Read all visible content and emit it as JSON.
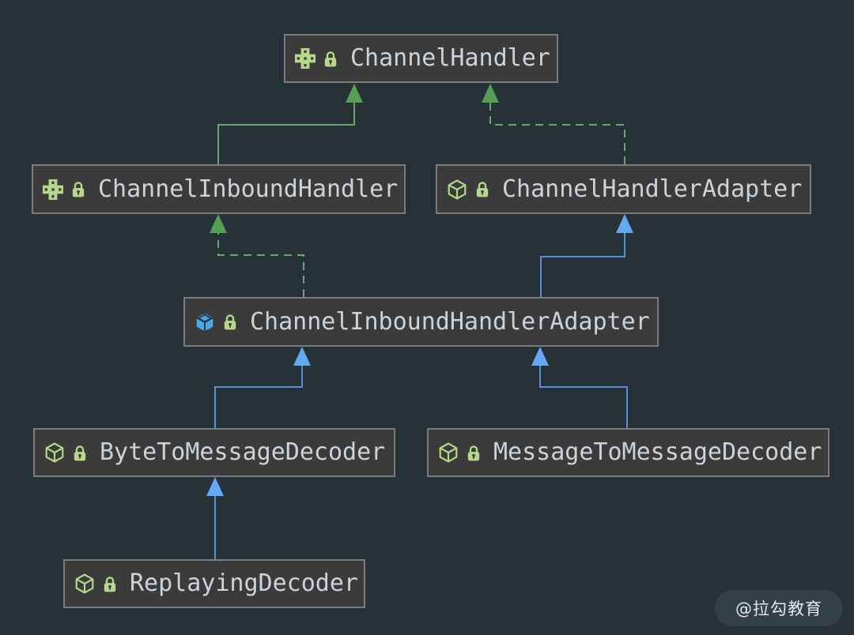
{
  "diagram": {
    "title": "Netty ChannelHandler class hierarchy UML diagram",
    "background_color": "#263138",
    "node_background": "#3b3b3b",
    "node_border_color": "#7b7b7b",
    "node_text_color": "#ccd3da",
    "interface_edge_color": "#69a869",
    "class_edge_color": "#5a8edb",
    "icon_green": "#b5d88a",
    "icon_blue": "#45a9eb",
    "nodes": [
      {
        "label": "ChannelHandler",
        "kind": "interface",
        "icon": "interface-icon",
        "modifier_icon": "lock-icon"
      },
      {
        "label": "ChannelInboundHandler",
        "kind": "interface",
        "icon": "interface-icon",
        "modifier_icon": "lock-icon"
      },
      {
        "label": "ChannelHandlerAdapter",
        "kind": "abstract-class",
        "icon": "cube-outline-icon",
        "modifier_icon": "lock-icon"
      },
      {
        "label": "ChannelInboundHandlerAdapter",
        "kind": "class",
        "icon": "cube-filled-icon",
        "modifier_icon": "lock-icon"
      },
      {
        "label": "ByteToMessageDecoder",
        "kind": "abstract-class",
        "icon": "cube-outline-icon",
        "modifier_icon": "lock-icon"
      },
      {
        "label": "MessageToMessageDecoder",
        "kind": "abstract-class",
        "icon": "cube-outline-icon",
        "modifier_icon": "lock-icon"
      },
      {
        "label": "ReplayingDecoder",
        "kind": "abstract-class",
        "icon": "cube-outline-icon",
        "modifier_icon": "lock-icon"
      }
    ],
    "edges": [
      {
        "from": "ChannelInboundHandler",
        "to": "ChannelHandler",
        "relation": "extends",
        "style": "solid",
        "color": "green"
      },
      {
        "from": "ChannelHandlerAdapter",
        "to": "ChannelHandler",
        "relation": "implements",
        "style": "dashed",
        "color": "green"
      },
      {
        "from": "ChannelInboundHandlerAdapter",
        "to": "ChannelInboundHandler",
        "relation": "implements",
        "style": "dashed",
        "color": "green"
      },
      {
        "from": "ChannelInboundHandlerAdapter",
        "to": "ChannelHandlerAdapter",
        "relation": "extends",
        "style": "solid",
        "color": "blue"
      },
      {
        "from": "ByteToMessageDecoder",
        "to": "ChannelInboundHandlerAdapter",
        "relation": "extends",
        "style": "solid",
        "color": "blue"
      },
      {
        "from": "MessageToMessageDecoder",
        "to": "ChannelInboundHandlerAdapter",
        "relation": "extends",
        "style": "solid",
        "color": "blue"
      },
      {
        "from": "ReplayingDecoder",
        "to": "ByteToMessageDecoder",
        "relation": "extends",
        "style": "solid",
        "color": "blue"
      }
    ]
  },
  "watermark": {
    "text": "@拉勾教育"
  }
}
